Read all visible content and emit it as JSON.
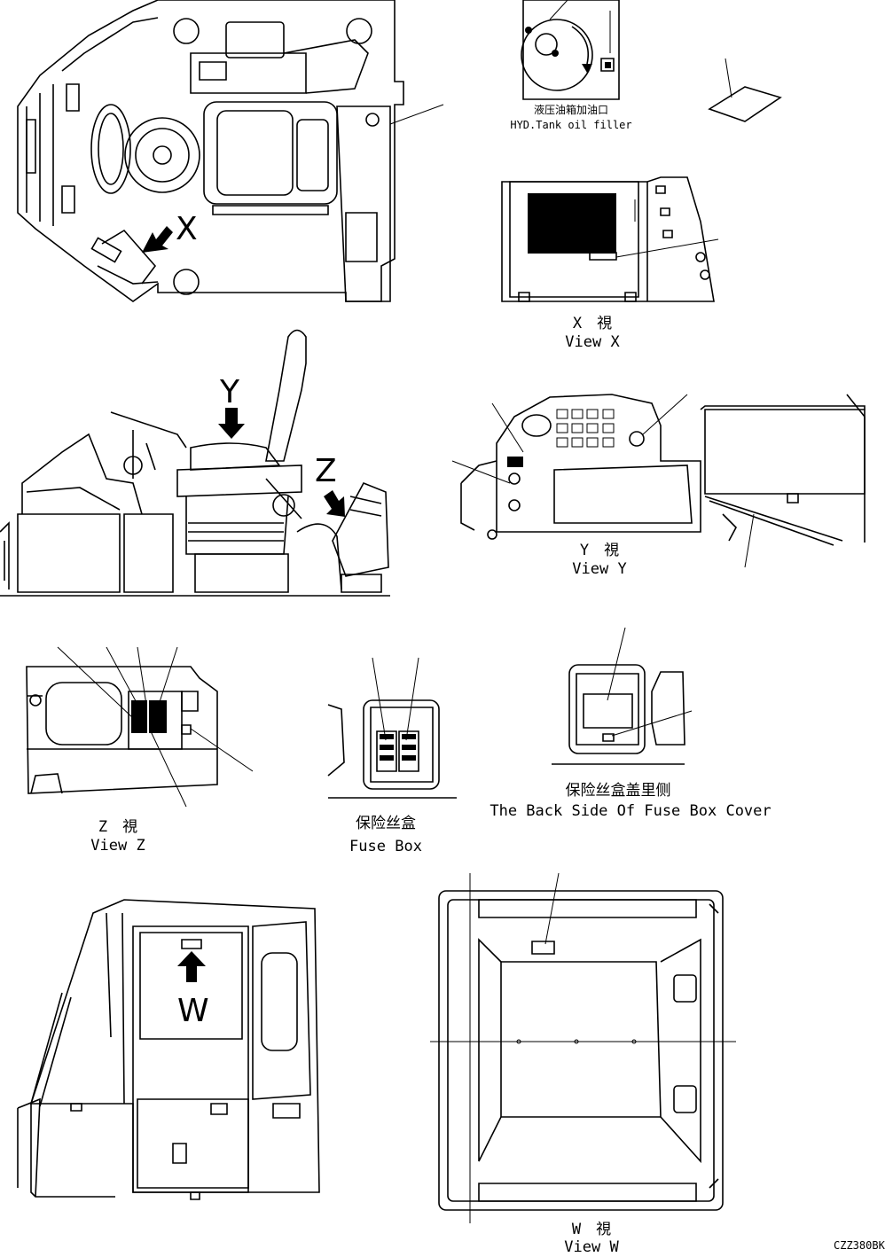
{
  "labels": {
    "hyd_cn": "液压油箱加油口",
    "hyd_en": "HYD.Tank oil filler",
    "view_x_cn": "X　視",
    "view_x_en": "View X",
    "view_y_cn": "Y　視",
    "view_y_en": "View Y",
    "view_z_cn": "Z　視",
    "view_z_en": "View Z",
    "fuse_box_cn": "保险丝盒",
    "fuse_box_en": "Fuse Box",
    "fuse_cover_cn": "保险丝盒盖里侧",
    "fuse_cover_en": "The Back Side Of Fuse Box Cover",
    "view_w_cn": "W　視",
    "view_w_en": "View W",
    "drawing_no": "CZZ380BK"
  },
  "markers": {
    "x": "X",
    "y": "Y",
    "z": "Z",
    "w": "W"
  }
}
